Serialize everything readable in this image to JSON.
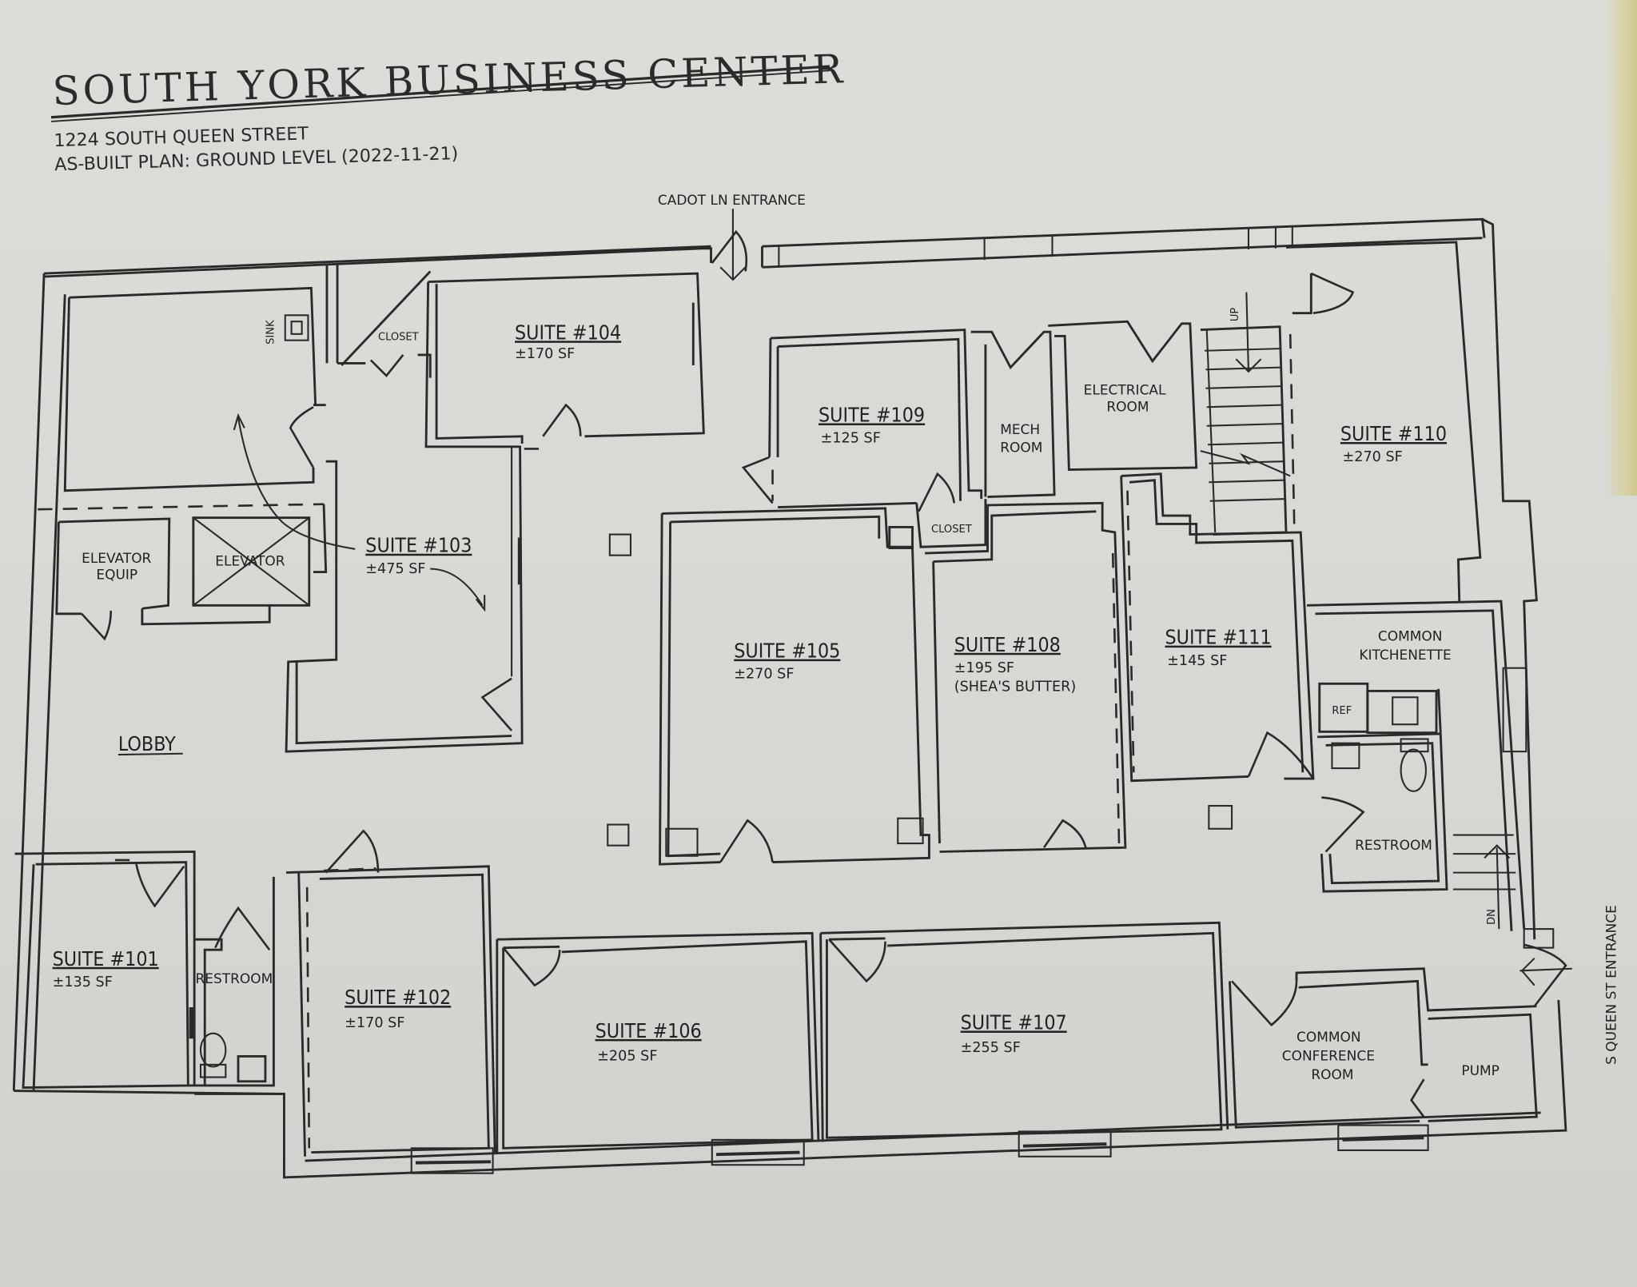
{
  "header": {
    "title": "SOUTH YORK BUSINESS CENTER",
    "address": "1224 SOUTH QUEEN STREET",
    "plan": "AS-BUILT PLAN: GROUND LEVEL (2022-11-21)"
  },
  "entrances": {
    "north": "CADOT LN ENTRANCE",
    "east": "S QUEEN ST ENTRANCE"
  },
  "rooms": {
    "suite_101": {
      "name": "SUITE #101",
      "area": "±135 SF"
    },
    "suite_102": {
      "name": "SUITE #102",
      "area": "±170 SF"
    },
    "suite_103": {
      "name": "SUITE #103",
      "area": "±475 SF"
    },
    "suite_104": {
      "name": "SUITE #104",
      "area": "±170 SF"
    },
    "suite_105": {
      "name": "SUITE #105",
      "area": "±270 SF"
    },
    "suite_106": {
      "name": "SUITE #106",
      "area": "±205 SF"
    },
    "suite_107": {
      "name": "SUITE #107",
      "area": "±255 SF"
    },
    "suite_108": {
      "name": "SUITE #108",
      "area": "±195 SF",
      "tenant": "(SHEA'S BUTTER)"
    },
    "suite_109": {
      "name": "SUITE #109",
      "area": "±125 SF"
    },
    "suite_110": {
      "name": "SUITE #110",
      "area": "±270 SF"
    },
    "suite_111": {
      "name": "SUITE #111",
      "area": "±145 SF"
    },
    "lobby": {
      "name": "LOBBY"
    },
    "elevator": {
      "name": "ELEVATOR"
    },
    "elevator_equip": {
      "line1": "ELEVATOR",
      "line2": "EQUIP"
    },
    "closet_north": {
      "name": "CLOSET"
    },
    "closet_center": {
      "name": "CLOSET"
    },
    "sink": {
      "name": "SINK"
    },
    "mech_room": {
      "line1": "MECH",
      "line2": "ROOM"
    },
    "electrical_room": {
      "line1": "ELECTRICAL",
      "line2": "ROOM"
    },
    "restroom_west": {
      "name": "RESTROOM"
    },
    "restroom_east": {
      "name": "RESTROOM"
    },
    "kitchenette": {
      "line1": "COMMON",
      "line2": "KITCHENETTE"
    },
    "ref": {
      "name": "REF"
    },
    "conference": {
      "line1": "COMMON",
      "line2": "CONFERENCE",
      "line3": "ROOM"
    },
    "pump": {
      "name": "PUMP"
    }
  },
  "stairs": {
    "up": "UP",
    "down": "DN"
  },
  "colors": {
    "paper": "#d9dad5",
    "ink": "#2a2a2a"
  }
}
